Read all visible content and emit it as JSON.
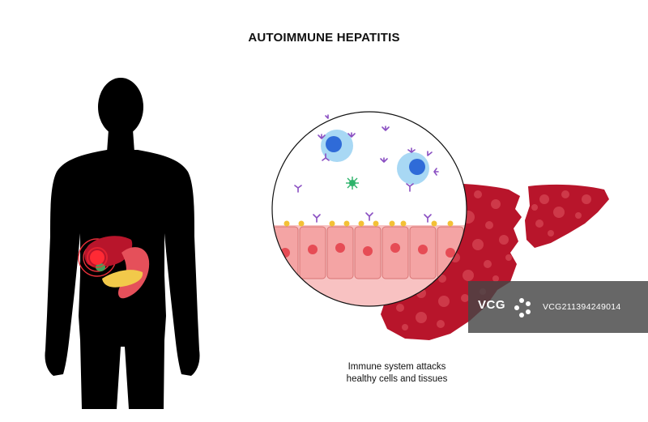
{
  "title": "AUTOIMMUNE HEPATITIS",
  "caption": {
    "line1": "Immune system  attacks",
    "line2": "healthy cells and tissues"
  },
  "watermark": {
    "logo_text": "VCG",
    "id_text": "VCG211394249014"
  },
  "colors": {
    "silhouette": "#000000",
    "liver": "#b8152b",
    "liver_spots": "#d2404f",
    "cell_fill": "#f4a4a4",
    "cell_nucleus": "#e64c55",
    "lymphocyte": "#a8d8f4",
    "lymphocyte_nucleus": "#2f6bd8",
    "antibody": "#8a4fc2",
    "granule": "#f3c136",
    "cytokine": "#2db36a"
  }
}
